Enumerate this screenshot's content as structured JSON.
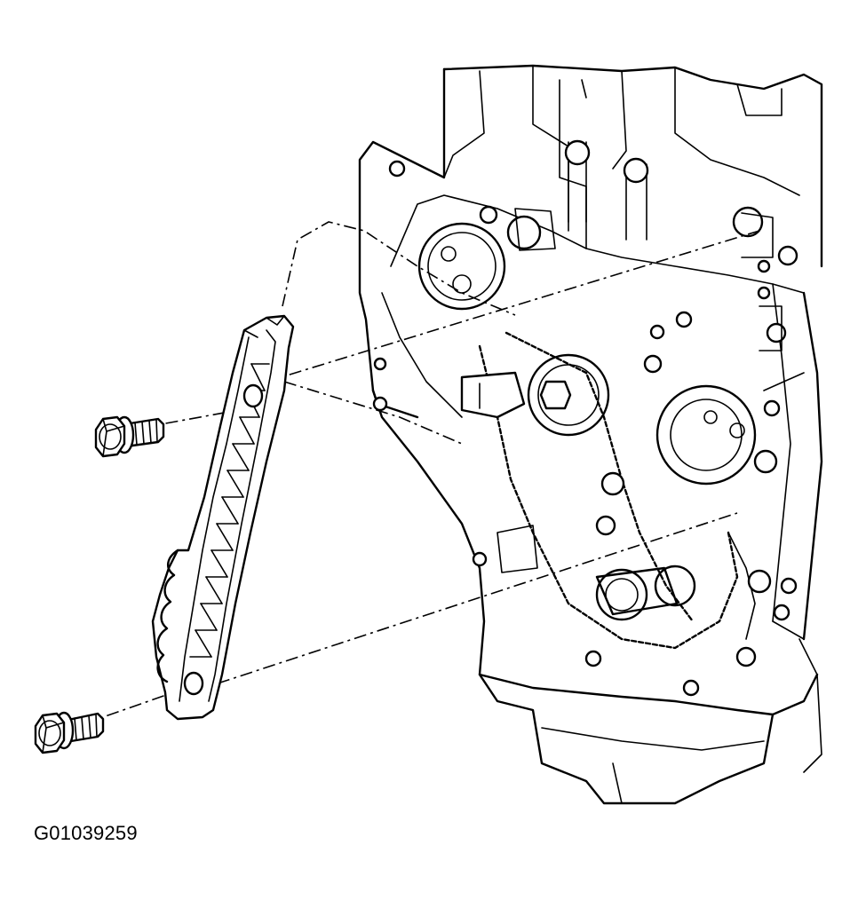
{
  "figure_id": "G01039259",
  "colors": {
    "line": "#000000",
    "background": "#ffffff"
  },
  "parts": {
    "engine": "engine-front-timing-chain-area",
    "guide": "timing-chain-guide",
    "bolts": [
      "guide-bolt-upper",
      "guide-bolt-lower"
    ]
  }
}
